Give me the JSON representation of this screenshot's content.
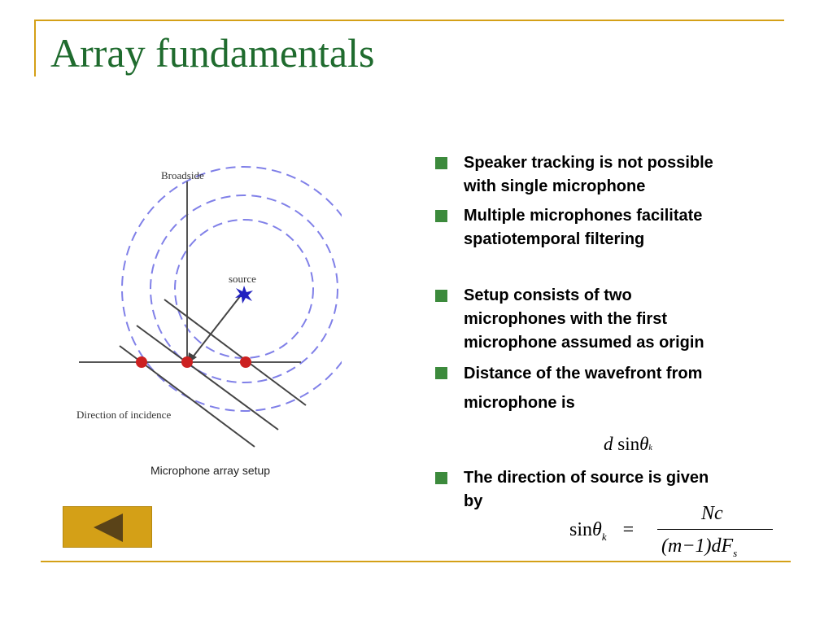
{
  "slide": {
    "title": "Array fundamentals"
  },
  "diagram": {
    "label_broadside": "Broadside",
    "label_source": "source",
    "label_direction": "Direction of incidence",
    "caption": "Microphone array setup"
  },
  "bullets": [
    {
      "line1": "Speaker tracking is not possible",
      "line2": "with single microphone"
    },
    {
      "line1": "Multiple microphones facilitate",
      "line2": "spatiotemporal filtering"
    },
    {
      "line1": "Setup consists of two",
      "line2": "microphones with the first",
      "line3": "microphone assumed as origin"
    },
    {
      "line1": "Distance of the wavefront from",
      "line2": "microphone is"
    },
    {
      "line1": "The direction of source is given",
      "line2": "by"
    }
  ],
  "equations": {
    "distance_lhs": "d",
    "distance_fn": "sin",
    "distance_theta": "θ",
    "distance_sub": "k",
    "dir_fn": "sin",
    "dir_theta": "θ",
    "dir_sub": "k",
    "dir_eq": "=",
    "dir_numerator": "Nc",
    "dir_denominator": "(m−1)dF",
    "dir_denominator_sub": "s"
  },
  "navigation": {
    "back_icon": "back-arrow-icon"
  },
  "colors": {
    "title": "#1f6b2e",
    "frame": "#d4a017",
    "bullet": "#3c8a3c",
    "circle": "#8080e8",
    "mic": "#cc2020"
  }
}
